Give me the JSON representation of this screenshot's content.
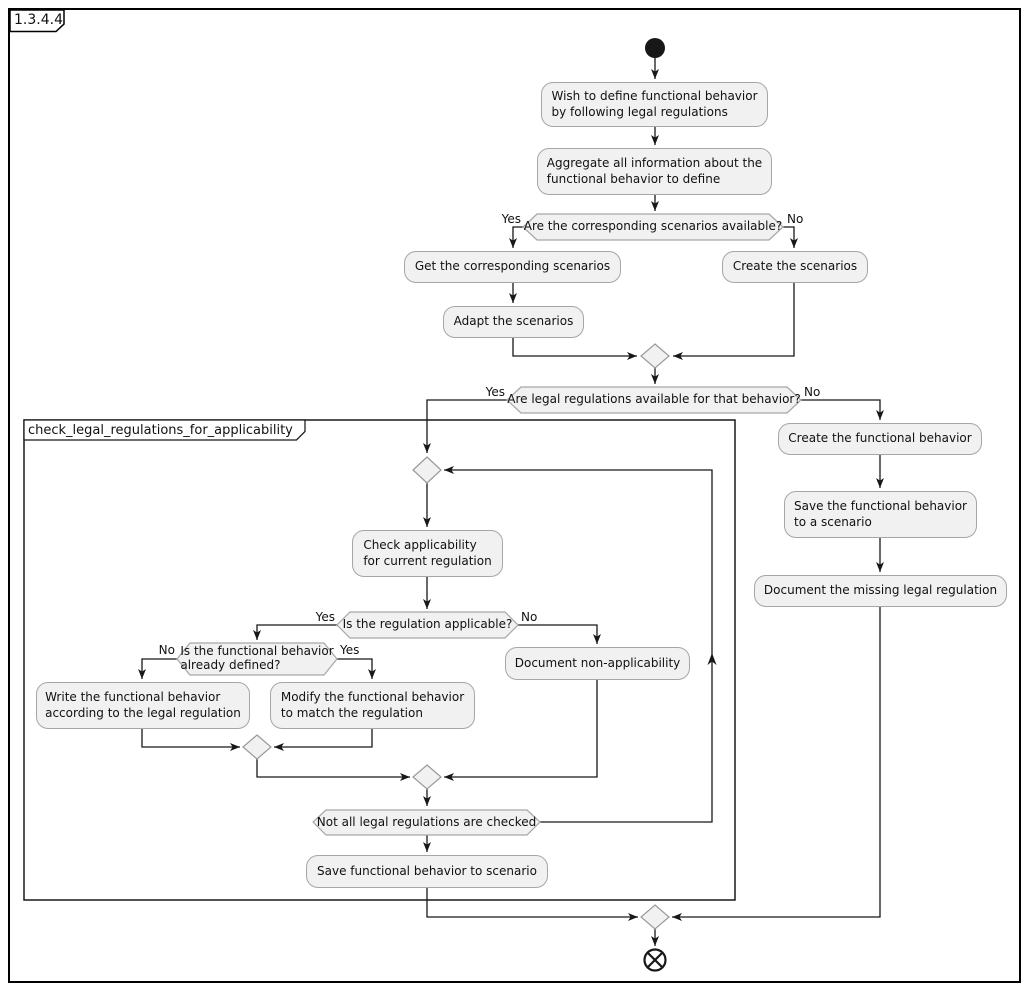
{
  "frames": {
    "outer_label": "1.3.4.4",
    "inner_label": "check_legal_regulations_for_applicability"
  },
  "nodes": {
    "wish": "Wish to define functional behavior\nby following legal regulations",
    "aggregate": "Aggregate all information about the\nfunctional behavior to define",
    "get_scenarios": "Get the corresponding scenarios",
    "create_scenarios": "Create the scenarios",
    "adapt_scenarios": "Adapt the scenarios",
    "create_fb": "Create the functional behavior",
    "save_fb_to_scenario": "Save the functional behavior\nto a scenario",
    "document_missing": "Document the missing legal regulation",
    "check_applicability": "Check applicability\nfor current regulation",
    "write_fb": "Write the functional behavior\naccording to the legal regulation",
    "modify_fb": "Modify the functional behavior\nto match the regulation",
    "document_na": "Document non-applicability",
    "save_fb": "Save functional behavior to scenario"
  },
  "decisions": {
    "scenarios_available": "Are the corresponding scenarios available?",
    "regulations_available": "Are legal regulations available for that behavior?",
    "regulation_applicable": "Is the regulation applicable?",
    "fb_already_defined": "Is the functional behavior\nalready defined?",
    "not_all_checked": "Not all legal regulations are checked"
  },
  "labels": {
    "yes": "Yes",
    "no": "No"
  },
  "colors": {
    "node_fill": "#f1f1f1",
    "node_border": "#a6a6a6",
    "line": "#181818",
    "start_end": "#181818"
  }
}
